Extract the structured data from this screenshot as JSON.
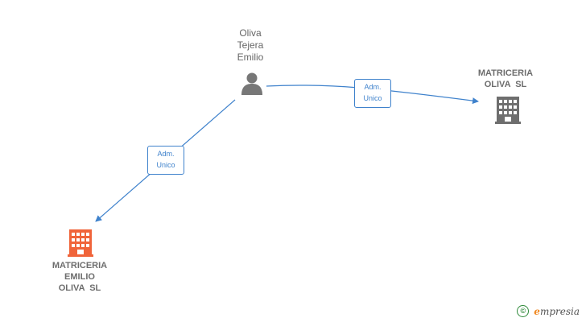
{
  "nodes": {
    "person": {
      "name_lines": [
        "Oliva",
        "Tejera",
        "Emilio"
      ],
      "icon": "person-icon",
      "color": "#777777"
    },
    "target_company": {
      "name_lines": [
        "MATRICERIA",
        "OLIVA  SL"
      ],
      "icon": "building-icon",
      "color": "#777777"
    },
    "main_company": {
      "name_lines": [
        "MATRICERIA",
        "EMILIO",
        "OLIVA  SL"
      ],
      "icon": "building-icon",
      "color": "#f0643a"
    }
  },
  "edges": [
    {
      "from": "person",
      "to": "target_company",
      "label_lines": [
        "Adm.",
        "Unico"
      ]
    },
    {
      "from": "person",
      "to": "main_company",
      "label_lines": [
        "Adm.",
        "Unico"
      ]
    }
  ],
  "colors": {
    "edge": "#3f82cc"
  },
  "watermark": {
    "symbol": "©",
    "brand_initial": "e",
    "brand_rest": "mpresia"
  }
}
